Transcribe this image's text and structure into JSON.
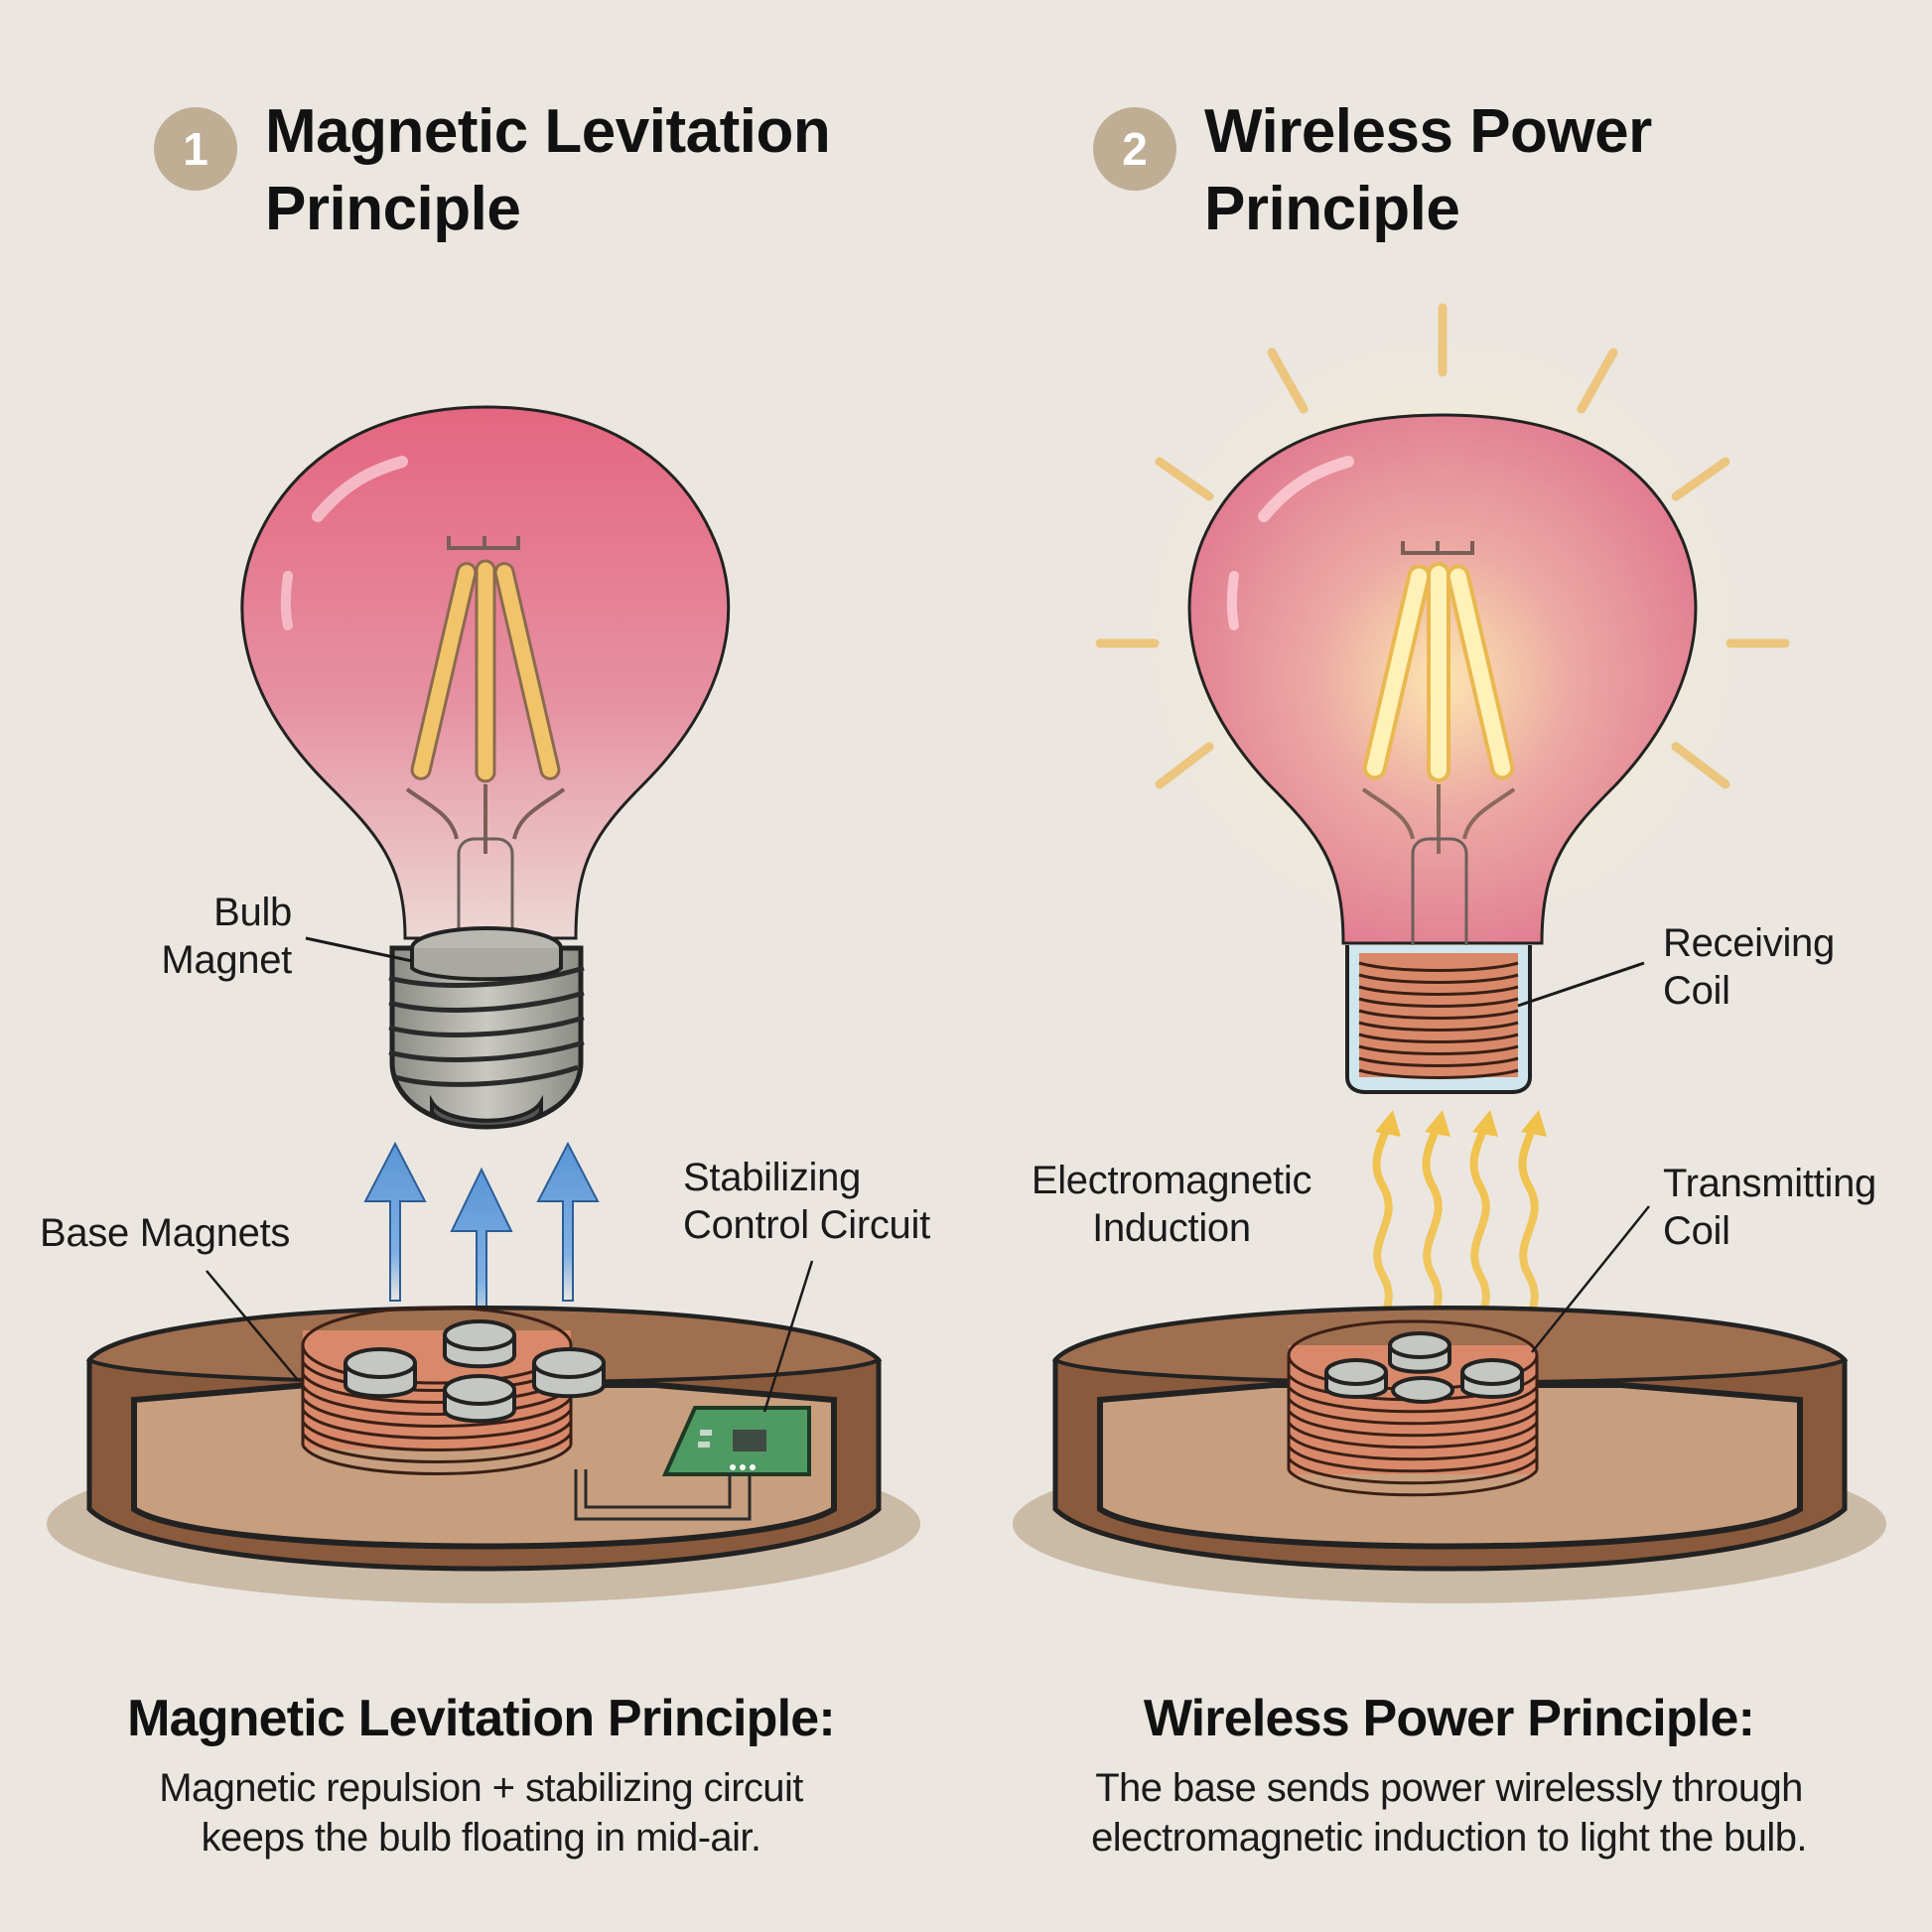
{
  "panels": [
    {
      "number": "1",
      "title": "Magnetic Levitation\nPrinciple",
      "labels": {
        "bulb_magnet": "Bulb\nMagnet",
        "base_magnets": "Base Magnets",
        "control_circuit": "Stabilizing\nControl Circuit"
      },
      "caption_title": "Magnetic Levitation Principle:",
      "caption_body": "Magnetic repulsion + stabilizing circuit\nkeeps the bulb floating in mid-air.",
      "force_arrow_color": "#5b95d6"
    },
    {
      "number": "2",
      "title": "Wireless Power\nPrinciple",
      "labels": {
        "receiving_coil": "Receiving\nCoil",
        "induction": "Electromagnetic\nInduction",
        "transmitting_coil": "Transmitting\nCoil"
      },
      "caption_title": "Wireless Power Principle:",
      "caption_body": "The base sends power wirelessly through\nelectromagnetic induction to light the bulb.",
      "wave_color": "#f0c14b"
    }
  ],
  "colors": {
    "background": "#ebe7e0",
    "badge": "#bfae94",
    "bulb_glass": "#e46a87",
    "filament": "#f2c46a",
    "copper": "#d9896a",
    "wood": "#8a5a3c",
    "wood_inner": "#c79f7f",
    "circuit_board": "#4f9a62"
  }
}
